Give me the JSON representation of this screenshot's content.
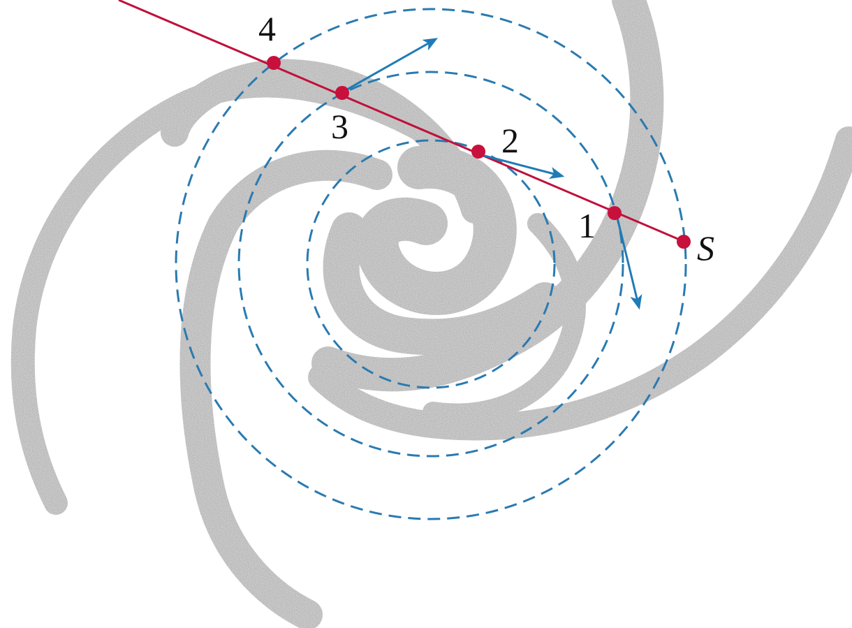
{
  "diagram": {
    "points": [
      {
        "id": "point-4",
        "label": "4"
      },
      {
        "id": "point-3",
        "label": "3"
      },
      {
        "id": "point-2",
        "label": "2"
      },
      {
        "id": "point-1",
        "label": "1"
      },
      {
        "id": "point-s",
        "label": "S"
      }
    ],
    "colors": {
      "sight_line": "#c0103c",
      "point": "#c8103c",
      "orbit": "#2a7ab0",
      "velocity_arrow": "#1f7bb5",
      "spiral_arm": "#c9c9c9",
      "label": "#111111"
    },
    "orbits_count": 3,
    "velocity_arrows_count": 3
  }
}
